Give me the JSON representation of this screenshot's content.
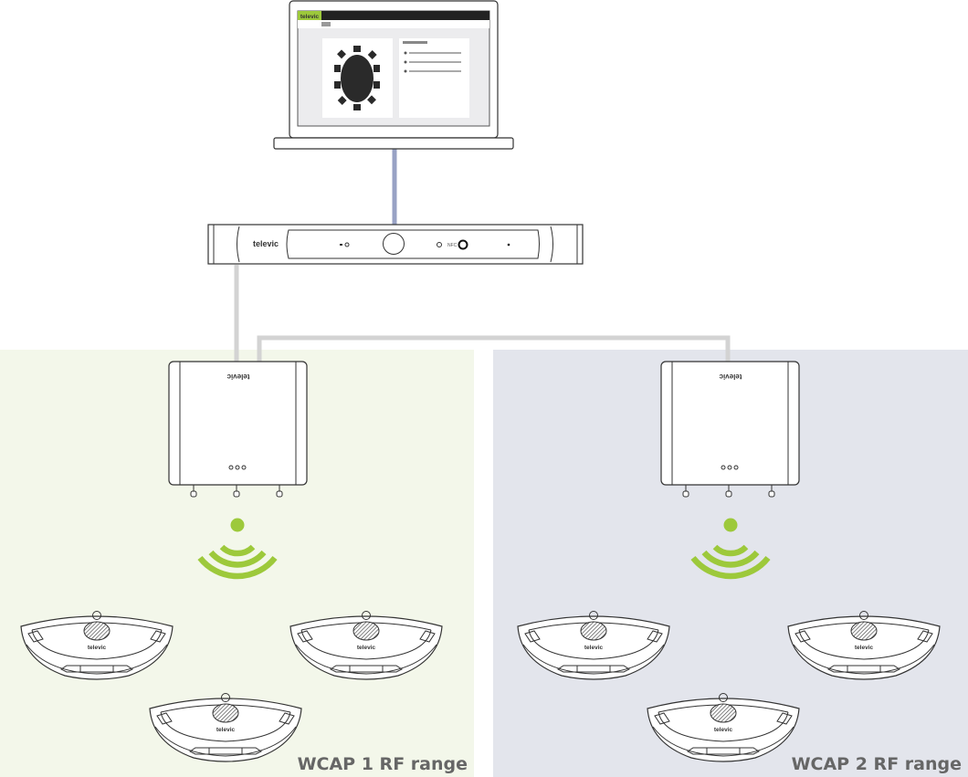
{
  "brand": "televic",
  "rack": {
    "nfc_label": "NFC"
  },
  "zones": [
    {
      "label": "WCAP 1 RF range"
    },
    {
      "label": "WCAP 2 RF range"
    }
  ],
  "colors": {
    "zone1_bg": "#f3f7ea",
    "zone2_bg": "#e3e5ec",
    "wifi": "#9dc93b",
    "laptop_cable": "#98a2c4",
    "network_cable": "#d3d3d3",
    "brand_green": "#9dc93b",
    "label": "#666666"
  }
}
